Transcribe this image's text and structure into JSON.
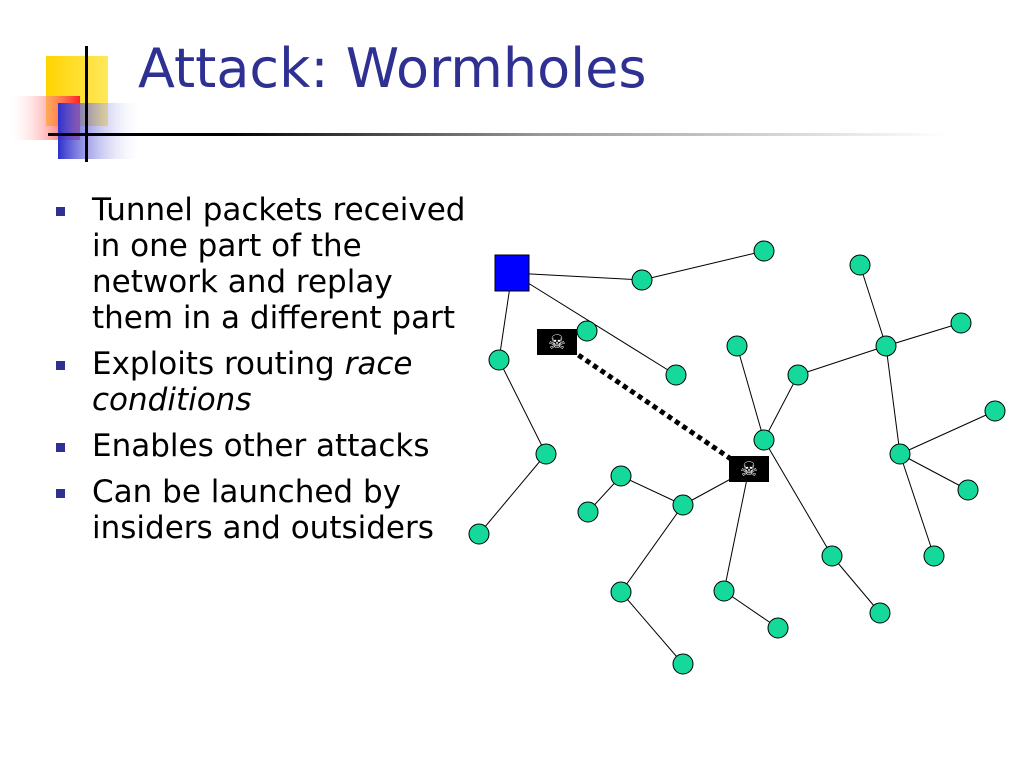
{
  "slide": {
    "title": "Attack: Wormholes",
    "bullets": [
      {
        "text": "Tunnel packets received in one part of the network and replay them in a different part"
      },
      {
        "text": "Exploits routing ",
        "emphasis": "race conditions"
      },
      {
        "text": "Enables other attacks"
      },
      {
        "text": "Can be launched by insiders and outsiders"
      }
    ]
  },
  "diagram": {
    "node_color": "#14d99a",
    "base_station_color": "#0000ff",
    "attacker_icon": "skull-crossbones-icon",
    "tunnel_style": "dotted"
  },
  "colors": {
    "title": "#2e3192",
    "bullet": "#2e3192"
  }
}
